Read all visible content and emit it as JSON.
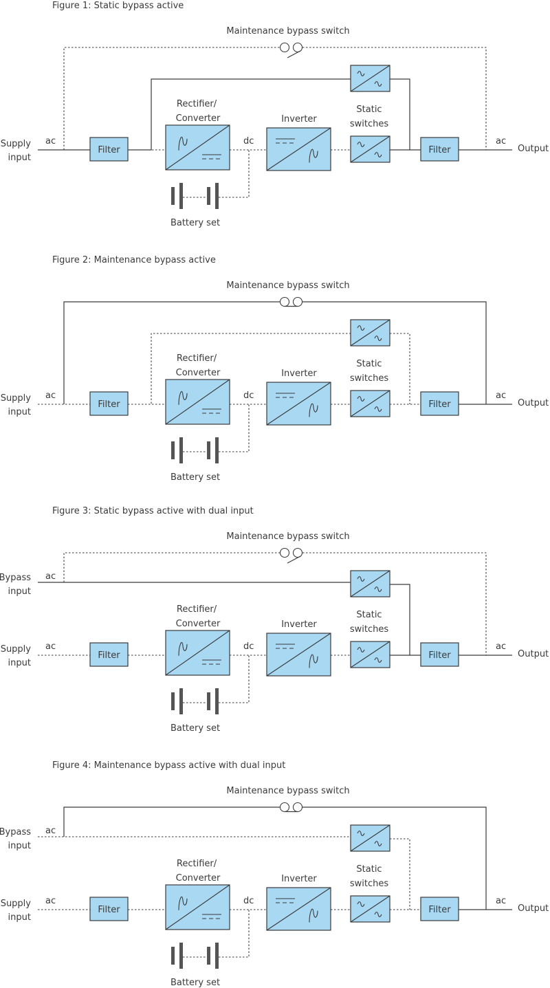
{
  "labels": {
    "maintenance_switch": "Maintenance bypass switch",
    "rectifier_line1": "Rectifier/",
    "rectifier_line2": "Converter",
    "inverter": "Inverter",
    "static_line1": "Static",
    "static_line2": "switches",
    "filter": "Filter",
    "battery": "Battery set",
    "ac": "ac",
    "dc": "dc",
    "supply_line1": "Supply",
    "supply_line2": "input",
    "bypass_line1": "Bypass",
    "bypass_line2": "input",
    "output": "Output"
  },
  "figures": [
    {
      "title": "Figure 1: Static bypass active",
      "dual_input": false,
      "maintenance_switch_closed": false,
      "static_bypass_active": true
    },
    {
      "title": "Figure 2: Maintenance bypass active",
      "dual_input": false,
      "maintenance_switch_closed": true,
      "static_bypass_active": false
    },
    {
      "title": "Figure 3: Static bypass active with dual input",
      "dual_input": true,
      "maintenance_switch_closed": false,
      "static_bypass_active": true
    },
    {
      "title": "Figure 4: Maintenance bypass active with dual input",
      "dual_input": true,
      "maintenance_switch_closed": true,
      "static_bypass_active": false
    }
  ]
}
